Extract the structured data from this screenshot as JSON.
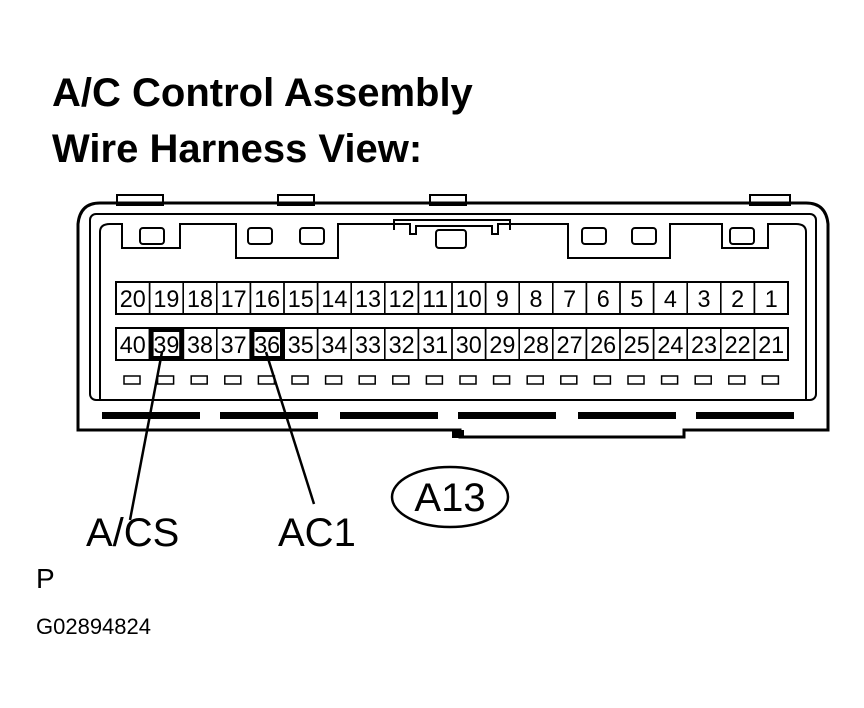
{
  "title_line1": "A/C Control Assembly",
  "title_line2": "Wire Harness View:",
  "connector_id": "A13",
  "top_row_pins": [
    "20",
    "19",
    "18",
    "17",
    "16",
    "15",
    "14",
    "13",
    "12",
    "11",
    "10",
    "9",
    "8",
    "7",
    "6",
    "5",
    "4",
    "3",
    "2",
    "1"
  ],
  "bottom_row_pins": [
    "40",
    "39",
    "38",
    "37",
    "36",
    "35",
    "34",
    "33",
    "32",
    "31",
    "30",
    "29",
    "28",
    "27",
    "26",
    "25",
    "24",
    "23",
    "22",
    "21"
  ],
  "highlighted_pins": [
    "39",
    "36"
  ],
  "callouts": [
    {
      "pin": "39",
      "label": "A/CS"
    },
    {
      "pin": "36",
      "label": "AC1"
    }
  ],
  "footer_letter": "P",
  "figure_code": "G02894824",
  "colors": {
    "ink": "#000000",
    "paper": "#ffffff"
  }
}
